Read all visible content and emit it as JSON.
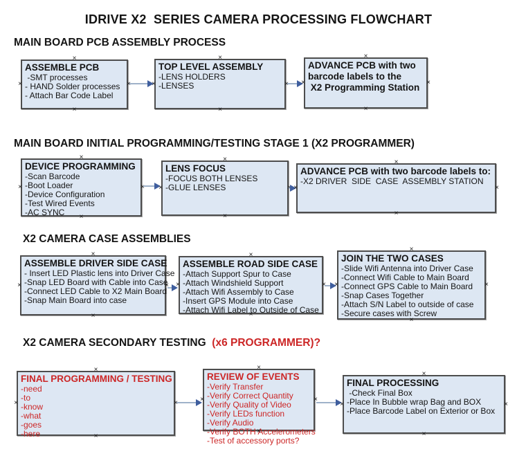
{
  "title": "IDRIVE X2  SERIES CAMERA PROCESSING FLOWCHART",
  "colors": {
    "box_fill": "#dde7f3",
    "box_border": "#4d4d4d",
    "arrow_line": "#9fb2c9",
    "arrow_head": "#3f5e9e",
    "red": "#cc2626",
    "ink": "#141414"
  },
  "sections": [
    {
      "heading": "MAIN BOARD PCB ASSEMBLY PROCESS",
      "boxes": [
        {
          "title": "ASSEMBLE PCB",
          "items": [
            " -SMT processes",
            "- HAND Solder processes",
            "- Attach Bar Code Label"
          ]
        },
        {
          "title": "TOP LEVEL ASSEMBLY",
          "items": [
            "-LENS HOLDERS",
            "-LENSES"
          ]
        },
        {
          "title": "ADVANCE PCB with two\nbarcode labels to the\n X2 Programming Station",
          "items": []
        }
      ]
    },
    {
      "heading": "MAIN BOARD INITIAL PROGRAMMING/TESTING STAGE 1 (X2 PROGRAMMER)",
      "boxes": [
        {
          "title": "DEVICE PROGRAMMING",
          "items": [
            "-Scan Barcode",
            "-Boot Loader",
            "-Device Configuration",
            "-Test Wired Events",
            "-AC SYNC"
          ]
        },
        {
          "title": "LENS FOCUS",
          "items": [
            "-FOCUS BOTH LENSES",
            "-GLUE LENSES"
          ]
        },
        {
          "title": "ADVANCE PCB with two barcode labels to:",
          "items": [
            "-X2 DRIVER  SIDE  CASE  ASSEMBLY STATION"
          ]
        }
      ]
    },
    {
      "heading": "X2 CAMERA CASE ASSEMBLIES",
      "boxes": [
        {
          "title": "ASSEMBLE DRIVER SIDE CASE",
          "items": [
            "- Insert LED Plastic lens into Driver Case",
            "-Snap LED Board with Cable into Case",
            "-Connect LED Cable to X2 Main Board",
            "-Snap Main Board into case"
          ]
        },
        {
          "title": "ASSEMBLE ROAD SIDE CASE",
          "items": [
            "-Attach Support Spur to Case",
            "-Attach Windshield Support",
            "-Attach Wifi Assembly to Case",
            "-Insert GPS Module into Case",
            "-Attach Wifi Label to Outside of Case"
          ]
        },
        {
          "title": "JOIN THE TWO CASES",
          "items": [
            "-Slide Wifi Antenna into Driver Case",
            "-Connect Wifi Cable to Main Board",
            "-Connect GPS Cable to Main Board",
            "-Snap Cases Together",
            "-Attach S/N Label to outside of case",
            "-Secure cases with Screw"
          ]
        }
      ]
    },
    {
      "heading": "X2 CAMERA SECONDARY TESTING ",
      "heading_red": " (x6 PROGRAMMER)?",
      "boxes": [
        {
          "title": "FINAL PROGRAMMING / TESTING",
          "items": [
            "-need",
            "-to",
            "-know",
            "-what",
            "-goes",
            "-here"
          ]
        },
        {
          "title": "REVIEW OF EVENTS",
          "items": [
            "-Verify Transfer",
            "-Verify Correct Quantity",
            "-Verify Quality of Video",
            "-Verify LEDs function",
            "-Verify Audio",
            "-Verify BOTH Accelerometers",
            "-Test of accessory ports?"
          ]
        },
        {
          "title": "FINAL PROCESSING",
          "items": [
            " -Check Final Box",
            "-Place In Bubble wrap Bag and BOX",
            "-Place Barcode Label on Exterior or Box"
          ]
        }
      ]
    }
  ]
}
